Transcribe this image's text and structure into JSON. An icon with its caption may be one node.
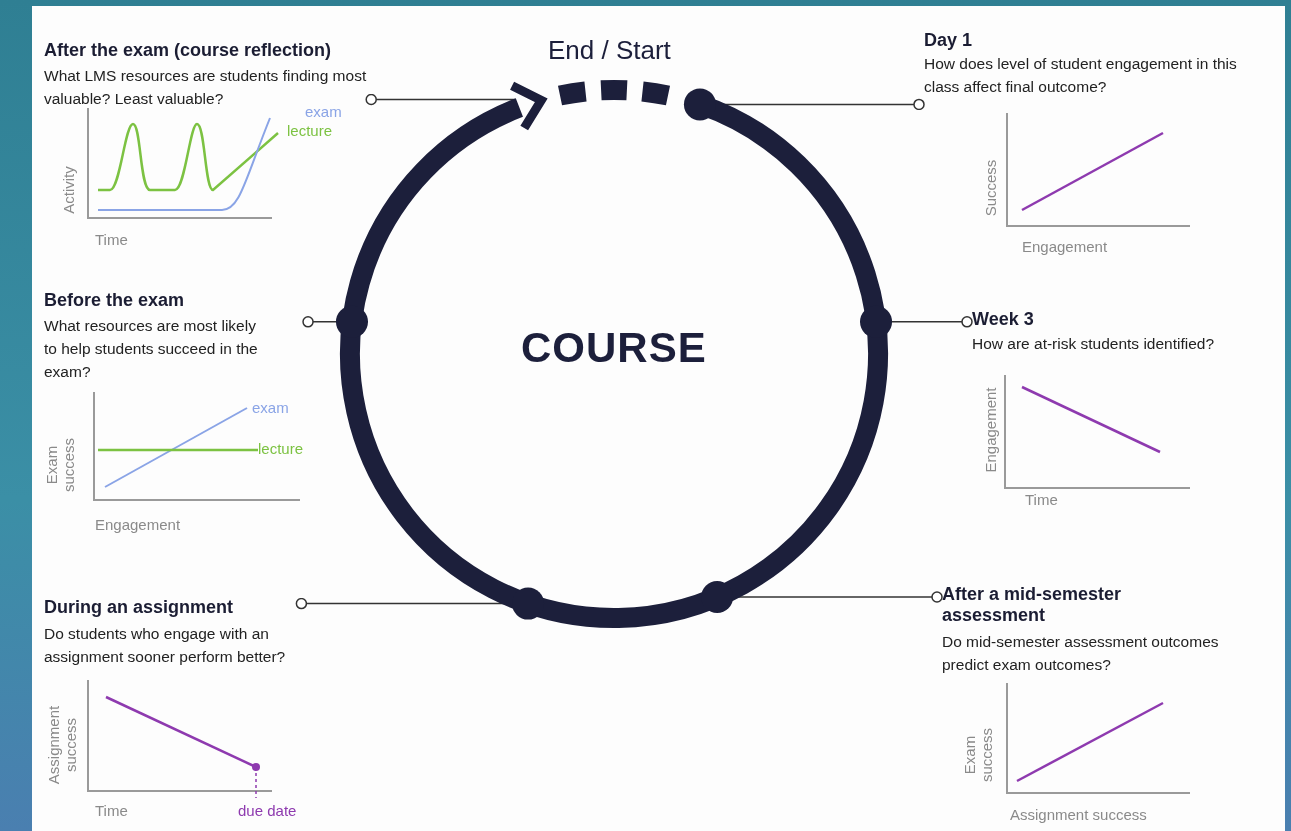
{
  "diagram": {
    "nodes": [
      {
        "text": [
          "COURSE"
        ]
      },
      {
        "text": [
          "After the exam (course reflection)",
          "What LMS resources are students finding most valuable? Least valuable?",
          "Activity",
          "Time",
          "exam",
          "lecture"
        ]
      },
      {
        "text": [
          "Day 1",
          "How does level of student engagement in this class affect final outcome?",
          "Success",
          "Engagement"
        ]
      },
      {
        "text": [
          "Before the exam",
          "What resources are most likely to help students succeed in the exam?",
          "Exam success",
          "Engagement",
          "exam",
          "lecture"
        ]
      },
      {
        "text": [
          "Week 3",
          "How are at-risk students identified?",
          "Engagement",
          "Time"
        ]
      },
      {
        "text": [
          "During an assignment",
          "Do students who engage with an assignment sooner perform better?",
          "Assignment success",
          "Time",
          "due date"
        ]
      },
      {
        "text": [
          "After a mid-semester assessment",
          "Do mid-semester assessment outcomes predict exam outcomes?",
          "Exam success",
          "Assignment success"
        ]
      }
    ],
    "edges": [
      {
        "from": 1,
        "to": 0,
        "arrow": "other"
      },
      {
        "from": 2,
        "to": 0,
        "arrow": "other"
      },
      {
        "from": 3,
        "to": 0,
        "arrow": "other"
      },
      {
        "from": 4,
        "to": 0,
        "arrow": "other"
      },
      {
        "from": 5,
        "to": 0,
        "arrow": "other"
      },
      {
        "from": 6,
        "to": 0,
        "arrow": "other"
      }
    ],
    "labels": [
      "End / Start"
    ]
  }
}
